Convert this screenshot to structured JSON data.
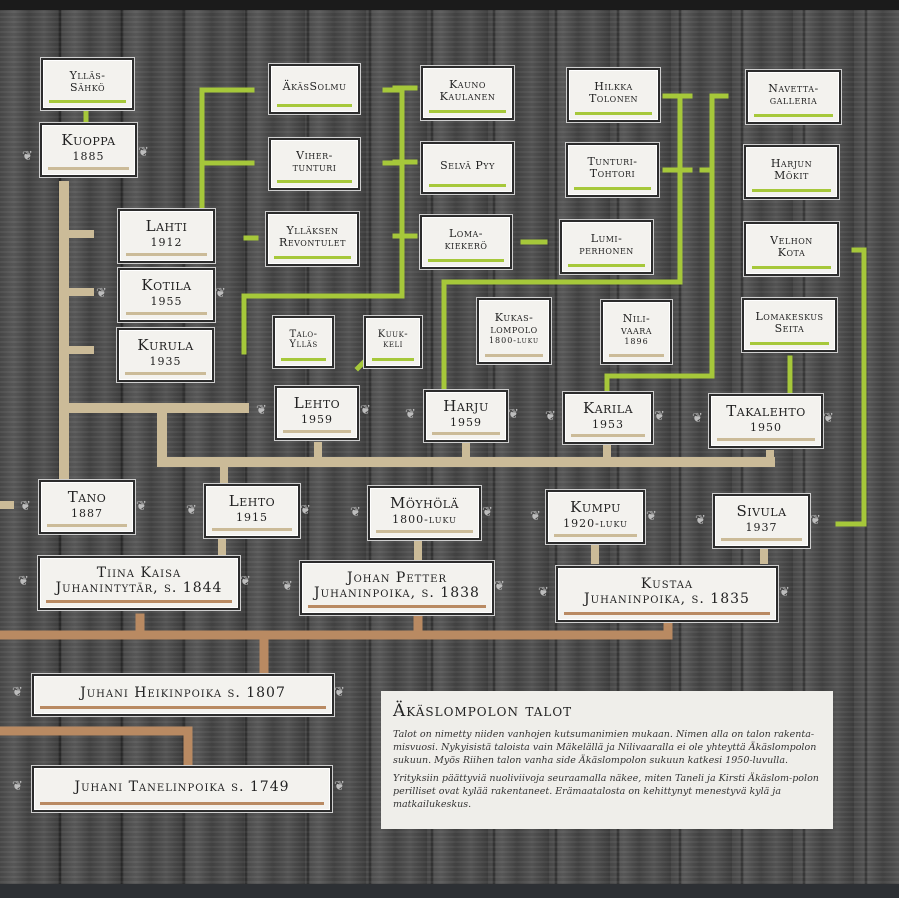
{
  "cards": {
    "yllas_sahko": {
      "name": "Ylläs-\nSähkö"
    },
    "kuoppa": {
      "name": "Kuoppa",
      "year": "1885"
    },
    "akassolmu": {
      "name": "ÄkäsSolmu"
    },
    "vihertunturi": {
      "name": "Viher-\ntunturi"
    },
    "yllaksen_revontulet": {
      "name": "Ylläksen\nRevontulet"
    },
    "kauno_kaulanen": {
      "name": "Kauno\nKaulanen"
    },
    "selva_pyy": {
      "name": "Selvä Pyy"
    },
    "lomakiekero": {
      "name": "Loma-\nkiekerö"
    },
    "hilkka_tolonen": {
      "name": "Hilkka\nTolonen"
    },
    "tunturitohtori": {
      "name": "Tunturi-\nTohtori"
    },
    "lumiperhonen": {
      "name": "Lumi-\nperhonen"
    },
    "navettagalleria": {
      "name": "Navetta-\ngalleria"
    },
    "harjun_mokit": {
      "name": "Harjun\nMökit"
    },
    "velhon_kota": {
      "name": "Velhon\nKota"
    },
    "lomakeskus_seita": {
      "name": "Lomakeskus\nSeita"
    },
    "lahti": {
      "name": "Lahti",
      "year": "1912"
    },
    "kotila": {
      "name": "Kotila",
      "year": "1955"
    },
    "kurula": {
      "name": "Kurula",
      "year": "1935"
    },
    "talo_yllas": {
      "name": "Talo-\nYlläs"
    },
    "kuukkeli": {
      "name": "Kuuk-\nkeli"
    },
    "kukaslompolo": {
      "name": "Kukas-\nlompolo",
      "year": "1800-luku"
    },
    "nilivaara": {
      "name": "Nili-\nvaara",
      "year": "1896"
    },
    "lehto_1959": {
      "name": "Lehto",
      "year": "1959"
    },
    "harju": {
      "name": "Harju",
      "year": "1959"
    },
    "karila": {
      "name": "Karila",
      "year": "1953"
    },
    "takalehto": {
      "name": "Takalehto",
      "year": "1950"
    },
    "tano": {
      "name": "Tano",
      "year": "1887"
    },
    "lehto_1915": {
      "name": "Lehto",
      "year": "1915"
    },
    "moyhola": {
      "name": "Möyhölä",
      "year": "1800-luku"
    },
    "kumpu": {
      "name": "Kumpu",
      "year": "1920-luku"
    },
    "sivula": {
      "name": "Sivula",
      "year": "1937"
    },
    "tiina_kaisa": {
      "name": "Tiina Kaisa\nJuhanintytär, s. 1844"
    },
    "johan_petter": {
      "name": "Johan Petter\nJuhaninpoika, s. 1838"
    },
    "kustaa": {
      "name": "Kustaa\nJuhaninpoika, s. 1835"
    },
    "juhani_heikinpoika": {
      "name": "Juhani Heikinpoika s. 1807"
    },
    "juhani_tanelinpoika": {
      "name": "Juhani Tanelinpoika s. 1749"
    }
  },
  "info": {
    "title": "Äkäslompolon talot",
    "p1": "Talot on nimetty niiden vanhojen kutsumanimien mukaan. Nimen alla on talon rakenta-misvuosi. Nykyisistä taloista vain Mäkelällä ja Nilivaaralla ei ole yhteyttä Äkäslompolon sukuun. Myös Riihen talon vanha side Äkäslompolon sukuun katkesi 1950-luvulla.",
    "p2": "Yrityksiin päättyviä nuoliviivoja seuraamalla näkee, miten Taneli ja Kirsti Äkäslom-polon perilliset ovat kylää rakentaneet. Erämaatalosta on kehittynyt menestyvä kylä ja matkailukeskus."
  },
  "colors": {
    "green": "#a6c83a",
    "tan": "#cbbb98",
    "brown": "#b98a62"
  }
}
